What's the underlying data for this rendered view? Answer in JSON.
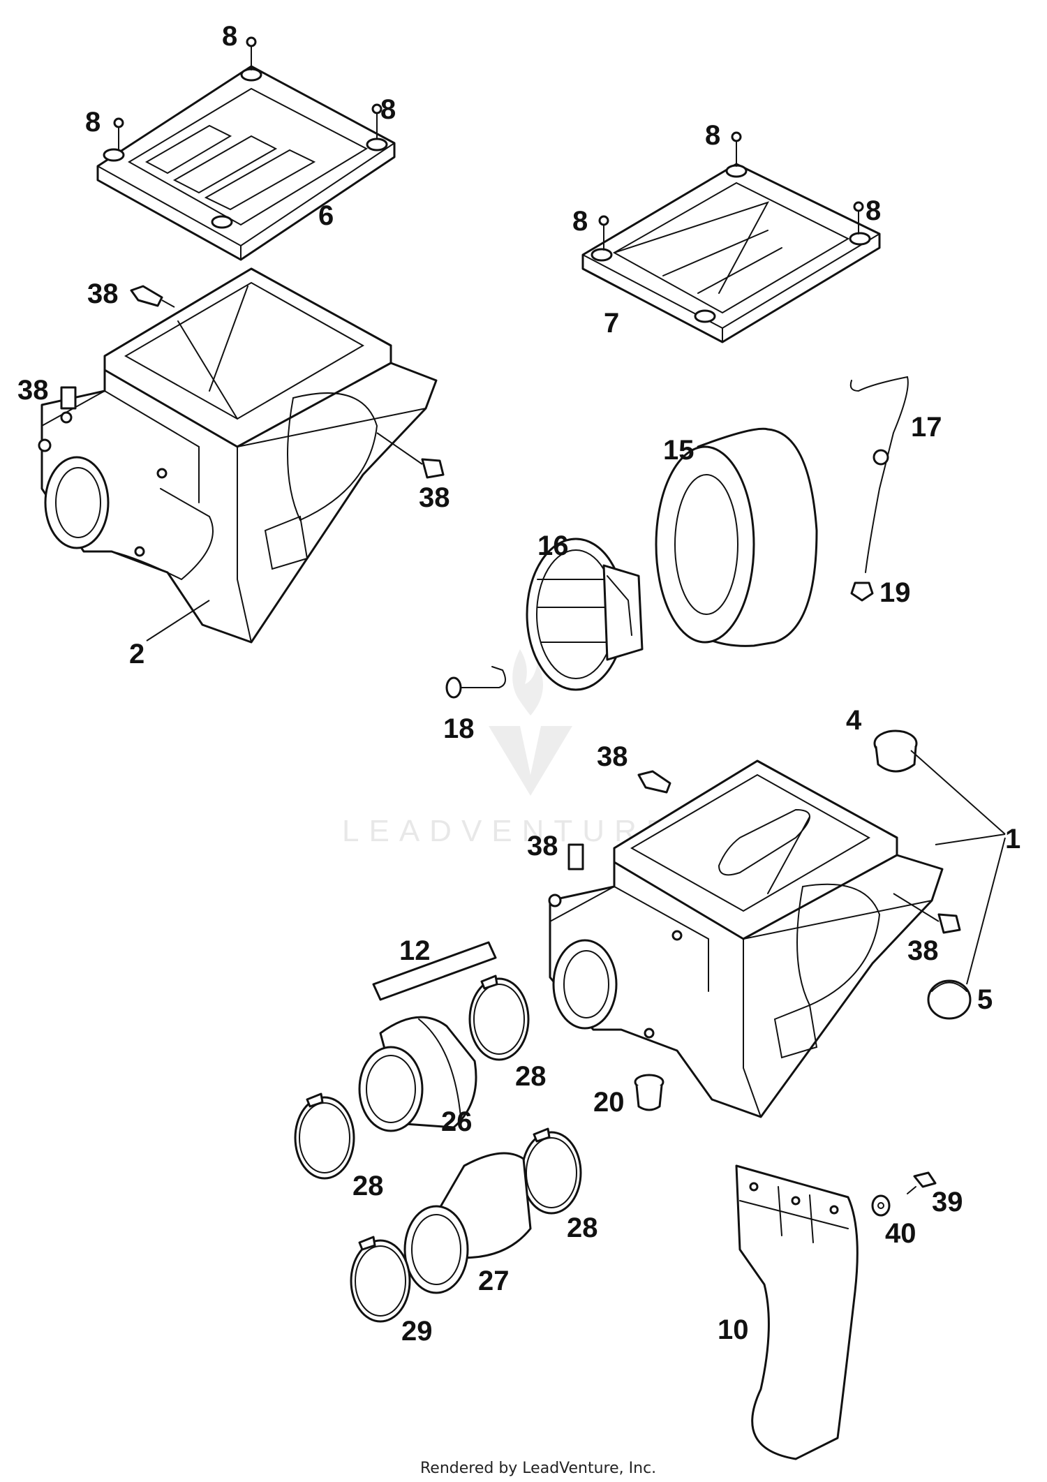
{
  "watermark": {
    "brand": "LEADVENTURE"
  },
  "footer": {
    "text": "Rendered by LeadVenture, Inc."
  },
  "callouts": {
    "c8a": "8",
    "c8b": "8",
    "c8c": "8",
    "c6": "6",
    "c8d": "8",
    "c8e": "8",
    "c8f": "8",
    "c7": "7",
    "c38a": "38",
    "c38b": "38",
    "c38c": "38",
    "c2": "2",
    "c17": "17",
    "c15": "15",
    "c16": "16",
    "c19": "19",
    "c18": "18",
    "c4": "4",
    "c38d": "38",
    "c38e": "38",
    "c1": "1",
    "c38f": "38",
    "c5": "5",
    "c12": "12",
    "c28a": "28",
    "c26": "26",
    "c20": "20",
    "c28b": "28",
    "c28c": "28",
    "c27": "27",
    "c29": "29",
    "c39": "39",
    "c40": "40",
    "c10": "10"
  }
}
